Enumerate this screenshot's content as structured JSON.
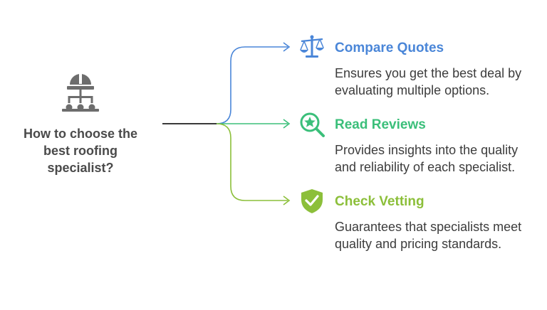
{
  "root": {
    "title": "How to choose the\nbest roofing\nspecialist?",
    "icon": "hierarchy-helmet-icon",
    "color": "#6d6d6d"
  },
  "items": [
    {
      "title": "Compare Quotes",
      "description": "Ensures you get the best deal by evaluating multiple options.",
      "color": "#4a86d8",
      "icon": "scale-icon"
    },
    {
      "title": "Read Reviews",
      "description": "Provides insights into the quality and reliability of each specialist.",
      "color": "#3bbf7a",
      "icon": "magnifier-star-icon"
    },
    {
      "title": "Check Vetting",
      "description": "Guarantees that specialists meet quality and pricing standards.",
      "color": "#8cbf3a",
      "icon": "shield-check-icon"
    }
  ]
}
